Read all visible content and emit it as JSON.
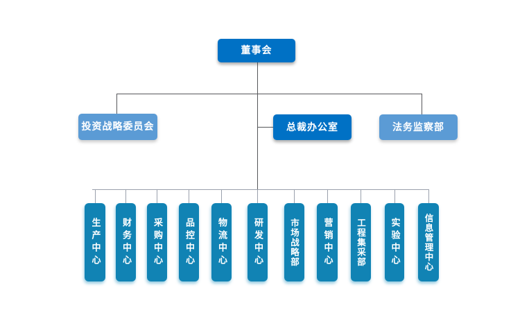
{
  "org": {
    "root": {
      "label": "董事会"
    },
    "level2": [
      {
        "label": "投资战略委员会",
        "variant": "light"
      },
      {
        "label": "总裁办公室",
        "variant": "dark"
      },
      {
        "label": "法务监察部",
        "variant": "light"
      }
    ],
    "level3": [
      {
        "label": "生产中心"
      },
      {
        "label": "财务中心"
      },
      {
        "label": "采购中心"
      },
      {
        "label": "品控中心"
      },
      {
        "label": "物流中心"
      },
      {
        "label": "研发中心"
      },
      {
        "label": "市场战略部"
      },
      {
        "label": "营销中心"
      },
      {
        "label": "工程集采部"
      },
      {
        "label": "实验中心"
      },
      {
        "label": "信息管理中心"
      }
    ]
  },
  "colors": {
    "primary_blue": "#0071C5",
    "light_blue": "#5B9BD5",
    "teal_blue": "#1183B4",
    "connector_dark": "#55565A",
    "connector_light": "#9AA0AC",
    "text": "#FFFFFF",
    "background": "#FFFFFF"
  }
}
